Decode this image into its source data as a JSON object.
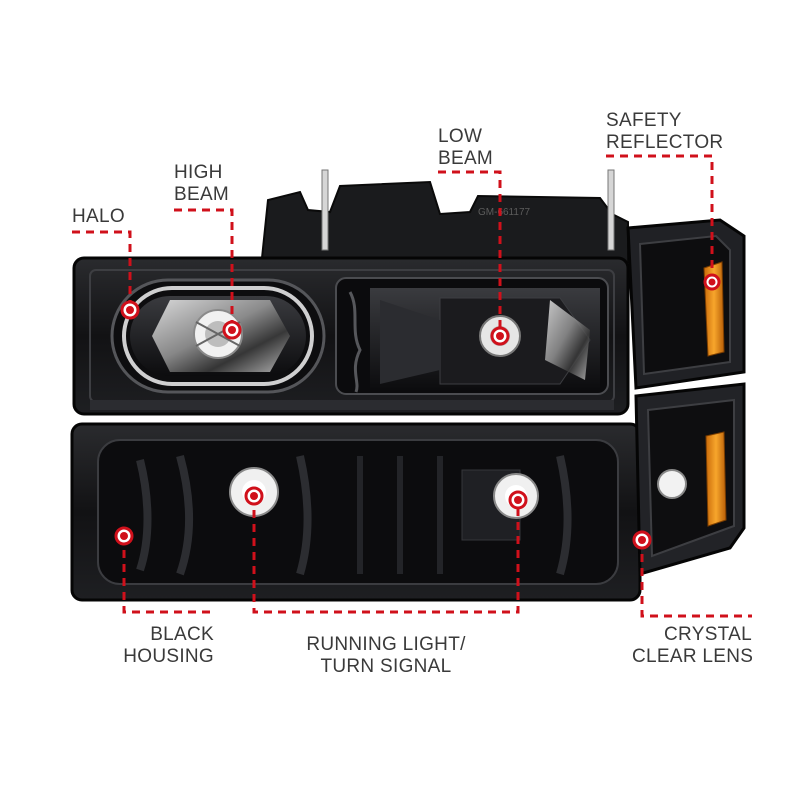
{
  "labels": {
    "halo": "HALO",
    "high_beam": "HIGH\nBEAM",
    "low_beam": "LOW\nBEAM",
    "safety_reflector": "SAFETY\nREFLECTOR",
    "black_housing": "BLACK\nHOUSING",
    "running_light": "RUNNING LIGHT/\nTURN SIGNAL",
    "crystal_clear_lens": "CRYSTAL\nCLEAR LENS"
  },
  "housing_stamp": "GM-661177",
  "colors": {
    "callout": "#d0101b",
    "label_text": "#3a3a3a",
    "housing": "#141416",
    "amber_reflector": "#f29a1d"
  }
}
